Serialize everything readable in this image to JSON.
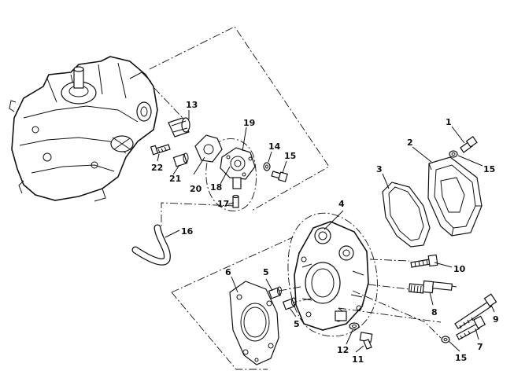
{
  "diagram": {
    "callouts": {
      "c1": "1",
      "c2": "2",
      "c3": "3",
      "c4": "4",
      "c5a": "5",
      "c5b": "5",
      "c6": "6",
      "c7": "7",
      "c8": "8",
      "c9": "9",
      "c10": "10",
      "c11": "11",
      "c12": "12",
      "c13": "13",
      "c14": "14",
      "c15a": "15",
      "c15b": "15",
      "c15c": "15",
      "c16": "16",
      "c17": "17",
      "c18": "18",
      "c19": "19",
      "c20": "20",
      "c21": "21",
      "c22": "22"
    }
  }
}
